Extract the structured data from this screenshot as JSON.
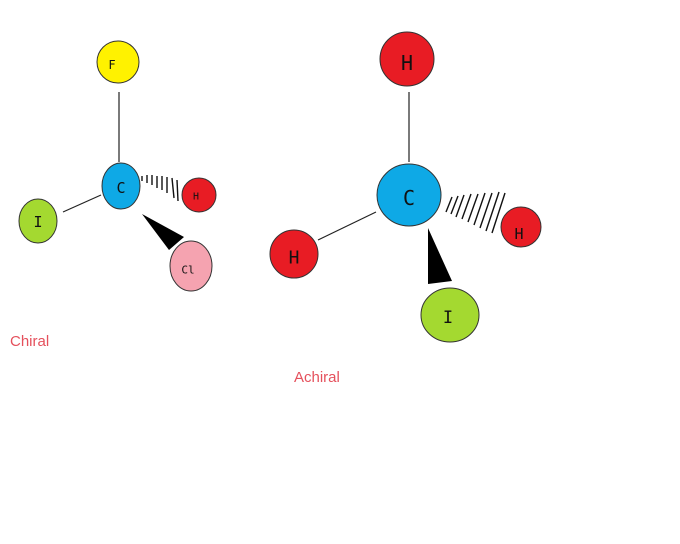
{
  "molecules": [
    {
      "caption": "Chiral",
      "atoms": {
        "top": "F",
        "center": "C",
        "left": "I",
        "hashed": "H",
        "wedged": "Cl"
      }
    },
    {
      "caption": "Achiral",
      "atoms": {
        "top": "H",
        "center": "C",
        "left": "H",
        "hashed": "H",
        "wedged": "I"
      }
    }
  ],
  "colors": {
    "carbon": "#0ea9e6",
    "hydrogen": "#e81c24",
    "fluorine": "#fff200",
    "iodine": "#a4d930",
    "chlorine": "#f5a3b0",
    "caption": "#e5505c"
  }
}
